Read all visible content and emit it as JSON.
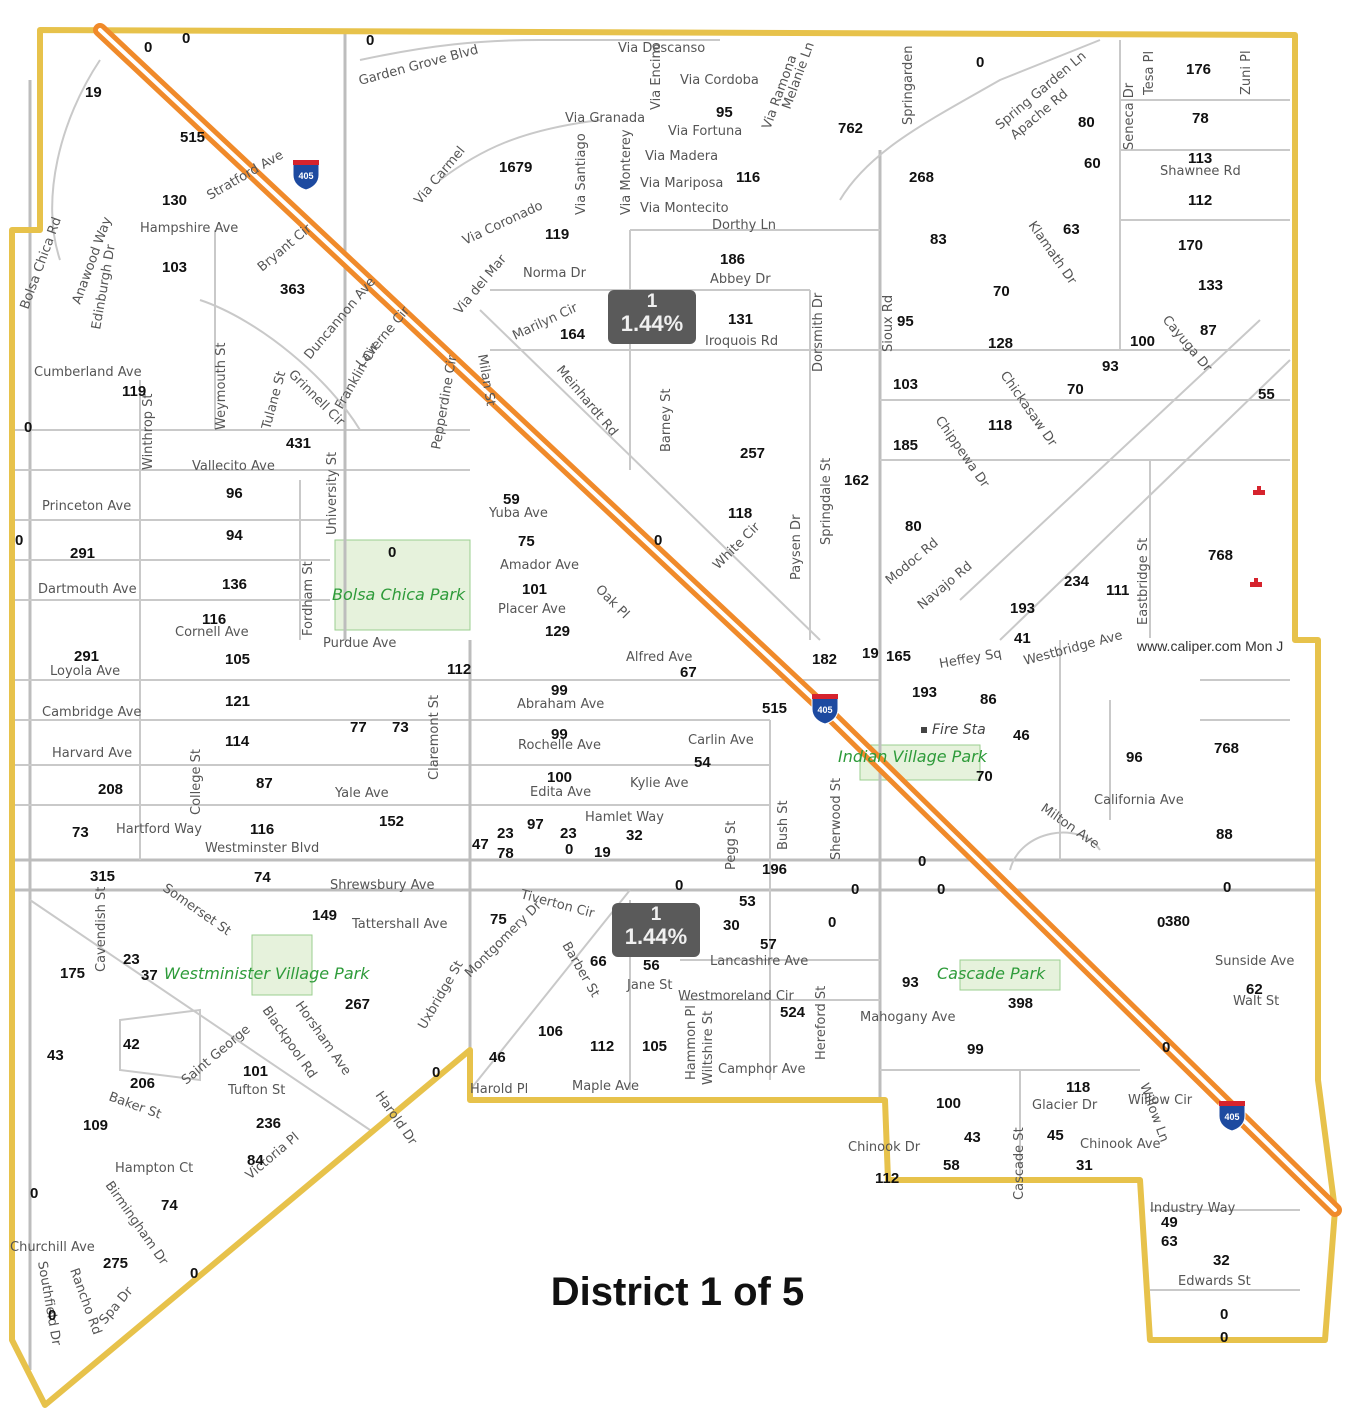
{
  "title": "District 1 of 5",
  "credit": "www.caliper.com Mon J",
  "highway_shield": "405",
  "badges": [
    {
      "number": "1",
      "percent": "1.44%"
    },
    {
      "number": "1",
      "percent": "1.44%"
    }
  ],
  "colors": {
    "boundary": "#e7c24b",
    "highway": "#f08a2a",
    "park": "#2e9b3a",
    "badge": "#5a5a5a"
  },
  "parks": [
    "Bolsa Chica Park",
    "Indian Village Park",
    "Westminister Village Park",
    "Cascade Park"
  ],
  "poi": {
    "fire_station": "Fire Sta"
  },
  "streets": [
    "Garden Grove Blvd",
    "Via Descanso",
    "Via Cordoba",
    "Via Granada",
    "Via Fortuna",
    "Via Madera",
    "Via Mariposa",
    "Via Montecito",
    "Via Coronado",
    "Via Carmel",
    "Via Santiago",
    "Via Monterey",
    "Via Encino",
    "Via Ramona",
    "Melanie Ln",
    "Springarden",
    "Spring Garden Ln",
    "Apache Rd",
    "Seneca Dr",
    "Tesa Pl",
    "Zuni Pl",
    "Shawnee Rd",
    "Stratford Ave",
    "Hampshire Ave",
    "Bryant Cir",
    "Edinburgh Dr",
    "Anawood Way",
    "Bolsa Chica Rd",
    "Duncannon Ave",
    "Laverne Cir",
    "Franklin Cir",
    "Cumberland Ave",
    "Weymouth St",
    "Tulane St",
    "Grinnell Cir",
    "Pepperdine Cir",
    "Winthrop St",
    "Vallecito Ave",
    "Princeton Ave",
    "Dartmouth Ave",
    "Cornell Ave",
    "University St",
    "Fordham St",
    "Milan St",
    "Via del Mar",
    "Norma Dr",
    "Marilyn Cir",
    "Dorthy Ln",
    "Abbey Dr",
    "Iroquois Rd",
    "Dorsmith Dr",
    "Sioux Rd",
    "Meinhardt Rd",
    "Barney St",
    "Klamath Dr",
    "Cayuga Dr",
    "Chickasaw Dr",
    "Chippewa Dr",
    "Modoc Rd",
    "Navajo Rd",
    "Springdale St",
    "Paysen Dr",
    "White Cir",
    "Yuba Ave",
    "Amador Ave",
    "Placer Ave",
    "Oak Pl",
    "Eastbridge St",
    "Westbridge Ave",
    "Purdue Ave",
    "Loyola Ave",
    "Cambridge Ave",
    "Harvard Ave",
    "College St",
    "Yale Ave",
    "Hartford Way",
    "Westminster Blvd",
    "Claremont St",
    "Alfred Ave",
    "Abraham Ave",
    "Rochelle Ave",
    "Carlin Ave",
    "Edita Ave",
    "Kylie Ave",
    "Hamlet Way",
    "Pegg St",
    "Bush St",
    "Sherwood St",
    "Heffey Sq",
    "California Ave",
    "Milton Ave",
    "Shrewsbury Ave",
    "Tattershall Ave",
    "Somerset St",
    "Cavendish St",
    "Tiverton Cir",
    "Montgomery Dr",
    "Barber St",
    "Jane St",
    "Lancashire Ave",
    "Westmoreland Cir",
    "Hammon Pl",
    "Wiltshire St",
    "Hereford St",
    "Camphor Ave",
    "Mahogany Ave",
    "Sunside Ave",
    "Walt St",
    "Willow Ln",
    "Willow Cir",
    "Glacier Dr",
    "Chinook Dr",
    "Chinook Ave",
    "Cascade St",
    "Saint George",
    "Blackpool Rd",
    "Horsham Ave",
    "Uxbridge St",
    "Tufton St",
    "Baker St",
    "Hampton Ct",
    "Victoria Pl",
    "Birmingham Dr",
    "Churchill Ave",
    "Southfield Dr",
    "Rancho Rd",
    "Spa Dr",
    "Harold Dr",
    "Harold Pl",
    "Maple Ave",
    "Industry Way",
    "Edwards St"
  ],
  "block_counts": [
    "19",
    "0",
    "0",
    "0",
    "515",
    "130",
    "103",
    "363",
    "119",
    "431",
    "0",
    "96",
    "94",
    "0",
    "291",
    "136",
    "116",
    "0",
    "1679",
    "95",
    "119",
    "116",
    "186",
    "164",
    "131",
    "762",
    "0",
    "268",
    "83",
    "80",
    "60",
    "113",
    "176",
    "78",
    "112",
    "63",
    "170",
    "133",
    "70",
    "95",
    "128",
    "100",
    "87",
    "93",
    "70",
    "55",
    "103",
    "118",
    "185",
    "257",
    "162",
    "59",
    "75",
    "101",
    "129",
    "0",
    "118",
    "80",
    "193",
    "234",
    "111",
    "768",
    "41",
    "291",
    "105",
    "112",
    "121",
    "114",
    "208",
    "87",
    "73",
    "77",
    "73",
    "116",
    "152",
    "99",
    "99",
    "100",
    "67",
    "54",
    "515",
    "182",
    "19",
    "165",
    "193",
    "86",
    "46",
    "96",
    "768",
    "70",
    "88",
    "0",
    "0",
    "315",
    "74",
    "149",
    "0",
    "47",
    "23",
    "78",
    "97",
    "23",
    "0",
    "19",
    "32",
    "53",
    "30",
    "57",
    "0",
    "196",
    "0",
    "0",
    "0",
    "380",
    "175",
    "23",
    "37",
    "267",
    "75",
    "66",
    "56",
    "524",
    "93",
    "398",
    "62",
    "43",
    "42",
    "206",
    "101",
    "106",
    "112",
    "105",
    "46",
    "99",
    "109",
    "236",
    "84",
    "74",
    "100",
    "118",
    "43",
    "45",
    "58",
    "31",
    "112",
    "0",
    "49",
    "63",
    "32",
    "0",
    "0",
    "275",
    "0",
    "0",
    "0",
    "0"
  ]
}
